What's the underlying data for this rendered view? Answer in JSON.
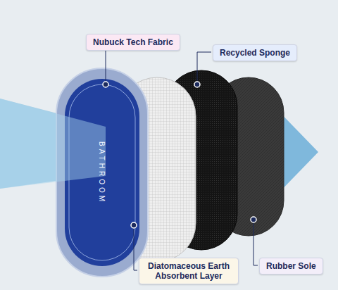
{
  "diagram": {
    "nodes": [
      {
        "text": [
          "Nubuck Tech Fabric"
        ]
      },
      {
        "text": [
          "Recycled Sponge"
        ]
      },
      {
        "text": [
          "Diatomaceous Earth Absorbent Layer"
        ]
      },
      {
        "text": [
          "Rubber Sole"
        ]
      }
    ],
    "labels": [
      "BATHROOM"
    ]
  }
}
